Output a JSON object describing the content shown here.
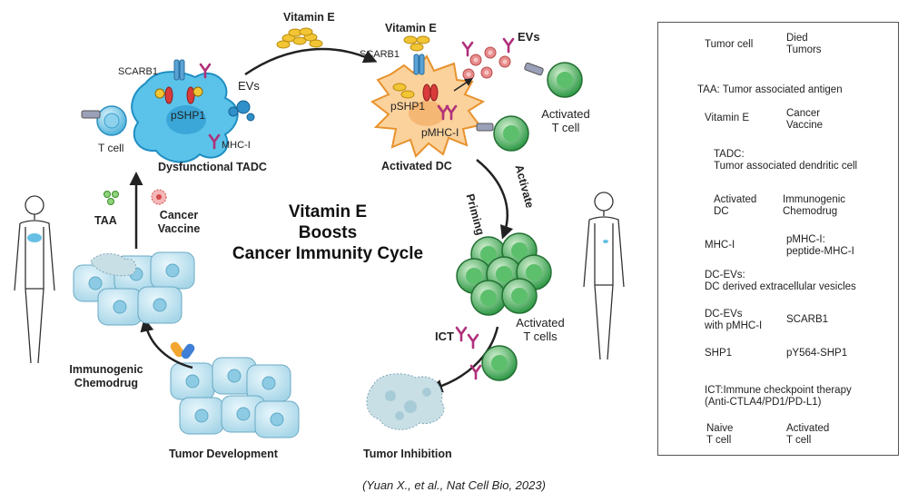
{
  "title": [
    "Vitamin E",
    "Boosts",
    "Cancer Immunity Cycle"
  ],
  "caption": "(Yuan X., et al., Nat Cell Bio, 2023)",
  "labels": {
    "vitamin_e_top": "Vitamin E",
    "vitamin_e_dc": "Vitamin E",
    "scarb1_left": "SCARB1",
    "scarb1_right": "SCARB1",
    "evs_left": "EVs",
    "evs_right": "EVs",
    "pshp1_left": "pSHP1",
    "pshp1_right": "pSHP1",
    "mhc_left": "MHC-I",
    "pmhc_right": "pMHC-I",
    "t_cell": "T cell",
    "activated_t_cell_top": [
      "Activated",
      "T cell"
    ],
    "dysfunctional_tadc": "Dysfunctional TADC",
    "activated_dc": "Activated DC",
    "priming": "Priming",
    "activate": "Activate",
    "taa": "TAA",
    "cancer_vaccine": [
      "Cancer",
      "Vaccine"
    ],
    "activated_t_cells": [
      "Activated",
      "T cells"
    ],
    "ict": "ICT",
    "immunogenic_chemodrug": [
      "Immunogenic",
      "Chemodrug"
    ],
    "tumor_development": "Tumor Development",
    "tumor_inhibition": "Tumor Inhibition"
  },
  "legend": {
    "tumor_cell": "Tumor cell",
    "died_tumors": [
      "Died",
      "Tumors"
    ],
    "taa": "TAA: Tumor associated antigen",
    "vitamin_e": "Vitamin E",
    "cancer_vaccine": [
      "Cancer",
      "Vaccine"
    ],
    "tadc": [
      "TADC:",
      "Tumor associated dendritic cell"
    ],
    "activated_dc": [
      "Activated",
      "DC"
    ],
    "immunogenic_chemodrug": [
      "Immunogenic",
      "Chemodrug"
    ],
    "mhc": "MHC-I",
    "pmhc": [
      "pMHC-I:",
      "peptide-MHC-I"
    ],
    "dc_evs": [
      "DC-EVs:",
      "DC derived extracellular vesicles"
    ],
    "dc_evs_pmhc": [
      "DC-EVs",
      "with pMHC-I"
    ],
    "scarb1": "SCARB1",
    "shp1": "SHP1",
    "py564": "pY564-SHP1",
    "ict": [
      "ICT:Immune checkpoint therapy",
      "(Anti-CTLA4/PD1/PD-L1)"
    ],
    "naive_t": [
      "Naive",
      "T cell"
    ],
    "activated_t": [
      "Activated",
      "T cell"
    ]
  },
  "colors": {
    "tadc_fill": "#5bc3ea",
    "dc_fill": "#fbd29c",
    "dc_stroke": "#e8922e",
    "t_naive": "#66bfe4",
    "t_active": "#3aa653",
    "tumor": "#bfe3ef",
    "ev_red": "#e88b8b",
    "mhc": "#b0307a",
    "vitamin": "#e7b51c",
    "shp1": "#d93b3b"
  }
}
